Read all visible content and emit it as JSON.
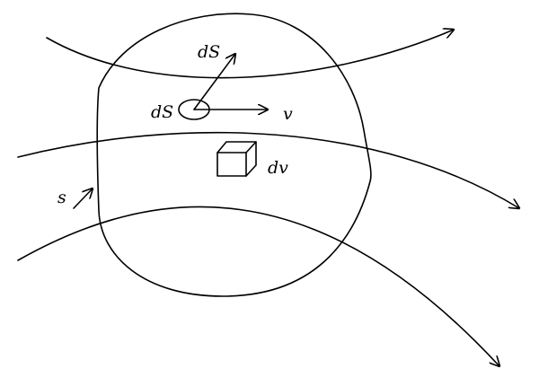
{
  "labels": {
    "surface_normal": "dS",
    "surface_element": "dS",
    "velocity": "v",
    "volume_element": "dv",
    "boundary": "s"
  },
  "colors": {
    "ink": "#000000",
    "background": "#ffffff"
  }
}
